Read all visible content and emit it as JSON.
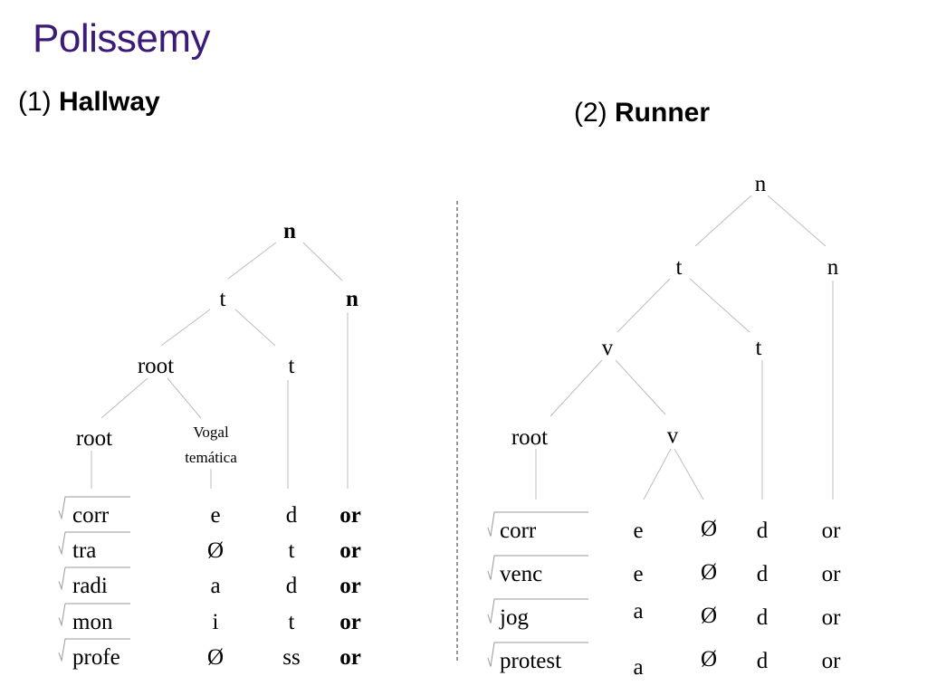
{
  "slide_title": "Polissemy",
  "left": {
    "number": "(1)",
    "heading": "Hallway",
    "tree": {
      "n_top": "n",
      "t": "t",
      "n_right": "n",
      "root_mid": "root",
      "t_lower": "t",
      "root_low": "root",
      "vogal_line1": "Vogal",
      "vogal_line2": "temática"
    },
    "rows": [
      {
        "root": "corr",
        "vowel": "e",
        "t": "d",
        "n": "or"
      },
      {
        "root": "tra",
        "vowel": "Ø",
        "t": "t",
        "n": "or"
      },
      {
        "root": "radi",
        "vowel": "a",
        "t": "d",
        "n": "or"
      },
      {
        "root": "mon",
        "vowel": "i",
        "t": "t",
        "n": "or"
      },
      {
        "root": "profe",
        "vowel": "Ø",
        "t": "ss",
        "n": "or"
      }
    ]
  },
  "right": {
    "number": "(2)",
    "heading": "Runner",
    "tree": {
      "n_top": "n",
      "t": "t",
      "n_right": "n",
      "v_mid": "v",
      "t_lower": "t",
      "root": "root",
      "v_low": "v"
    },
    "rows": [
      {
        "root": "corr",
        "vowel": "e",
        "v": "Ø",
        "t": "d",
        "n": "or"
      },
      {
        "root": "venc",
        "vowel": "e",
        "v": "Ø",
        "t": "d",
        "n": "or"
      },
      {
        "root": "jog",
        "vowel": "a",
        "v": "Ø",
        "t": "d",
        "n": "or"
      },
      {
        "root": "protest",
        "vowel": "a",
        "v": "Ø",
        "t": "d",
        "n": "or"
      }
    ]
  }
}
